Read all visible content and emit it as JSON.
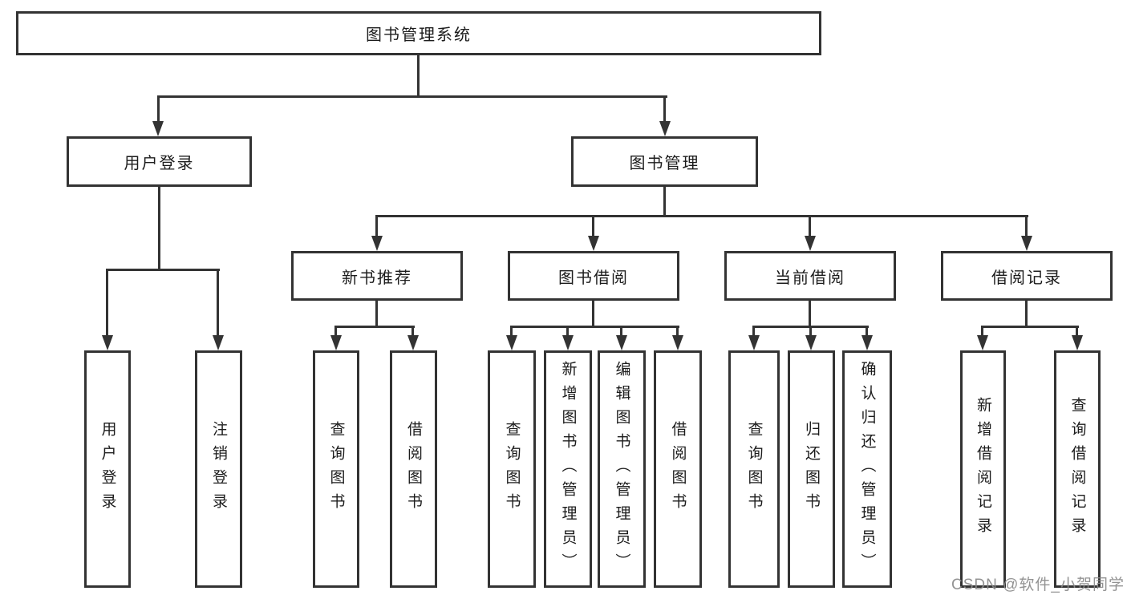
{
  "diagram": {
    "tree": {
      "label": "图书管理系统",
      "children": [
        {
          "label": "用户登录",
          "children": [
            {
              "label": "用户登录"
            },
            {
              "label": "注销登录"
            }
          ]
        },
        {
          "label": "图书管理",
          "children": [
            {
              "label": "新书推荐",
              "children": [
                {
                  "label": "查询图书"
                },
                {
                  "label": "借阅图书"
                }
              ]
            },
            {
              "label": "图书借阅",
              "children": [
                {
                  "label": "查询图书"
                },
                {
                  "label": "新增图书（管理员）"
                },
                {
                  "label": "编辑图书（管理员）"
                },
                {
                  "label": "借阅图书"
                }
              ]
            },
            {
              "label": "当前借阅",
              "children": [
                {
                  "label": "查询图书"
                },
                {
                  "label": "归还图书"
                },
                {
                  "label": "确认归还（管理员）"
                }
              ]
            },
            {
              "label": "借阅记录",
              "children": [
                {
                  "label": "新增借阅记录"
                },
                {
                  "label": "查询借阅记录"
                }
              ]
            }
          ]
        }
      ]
    },
    "line_color": "#333333",
    "box_fill": "#ffffff"
  },
  "watermark": {
    "text": "CSDN @软件_小贺同学"
  }
}
